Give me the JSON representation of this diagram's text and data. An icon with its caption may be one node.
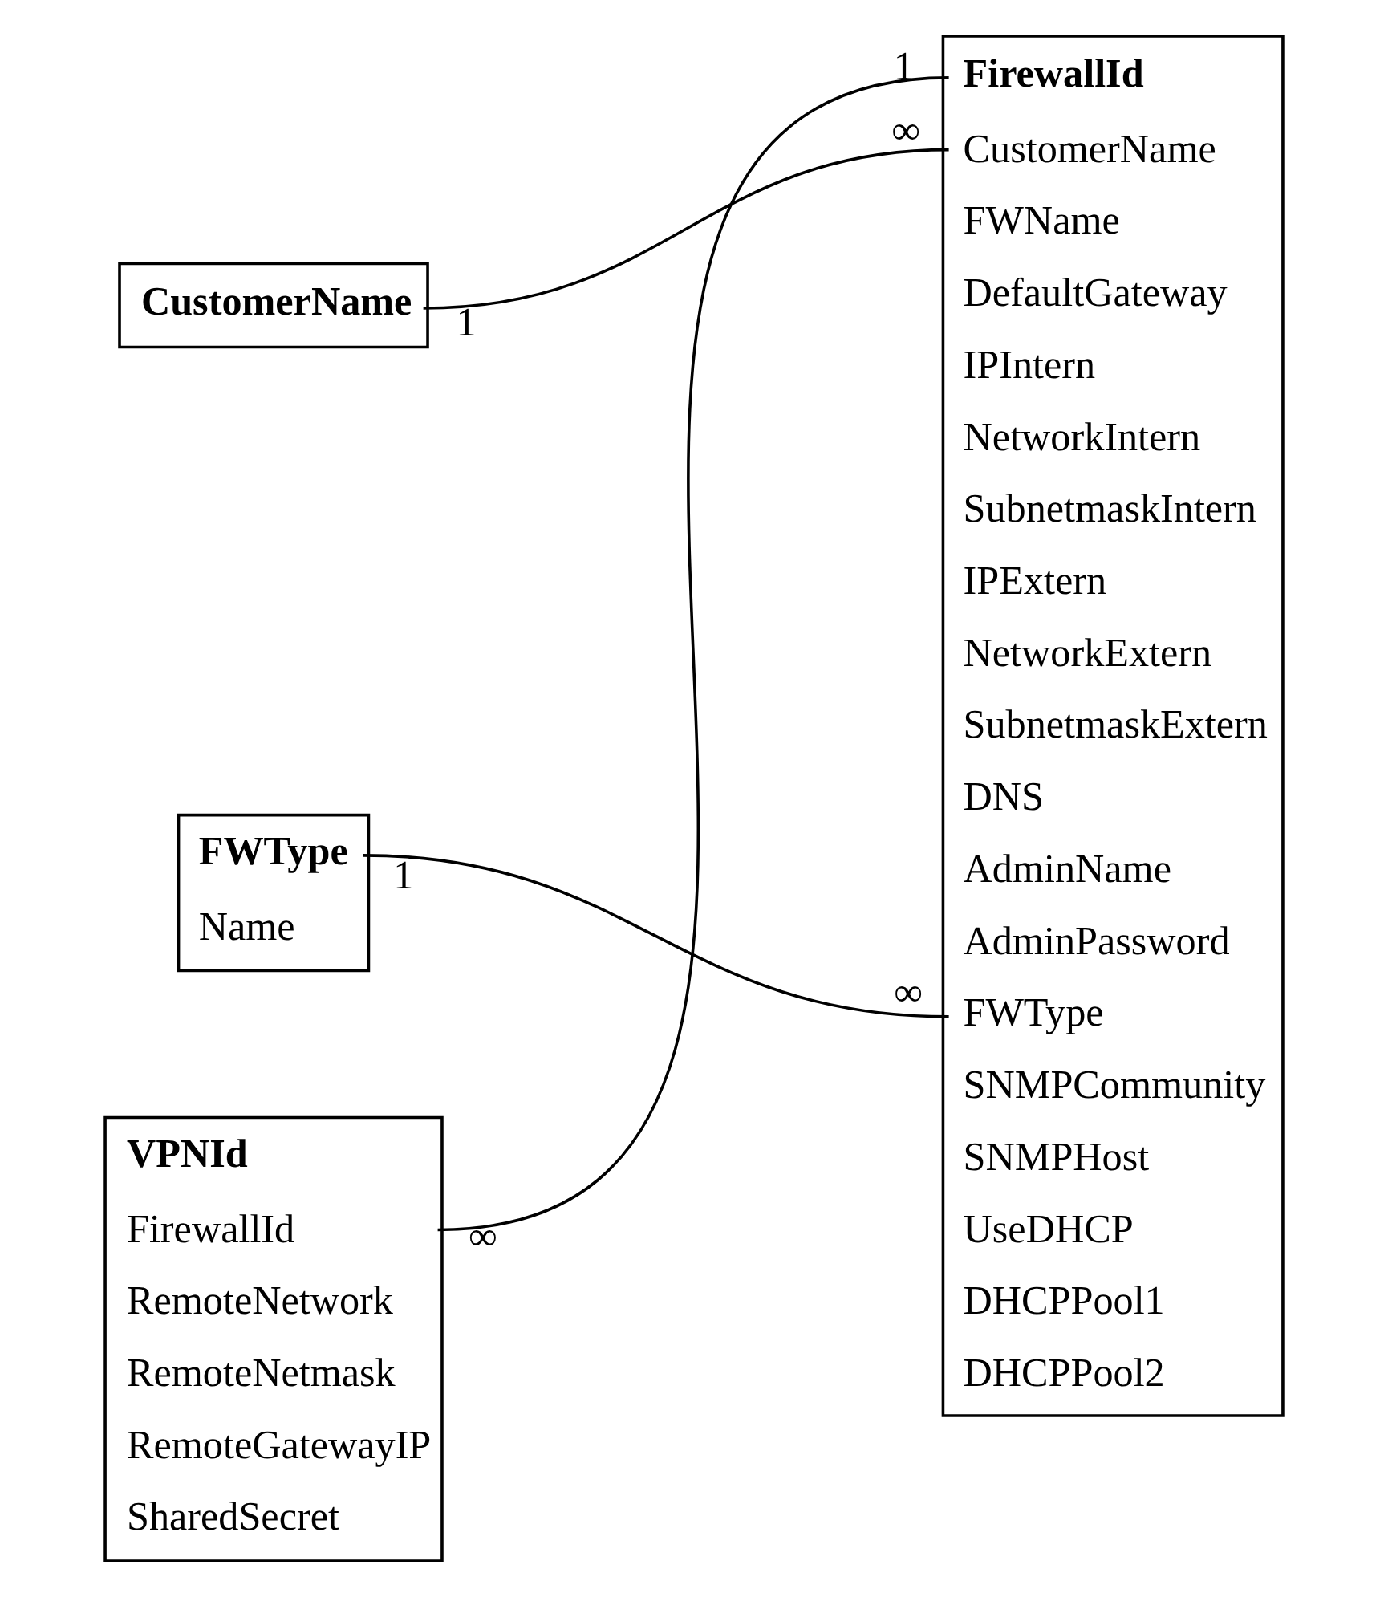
{
  "diagram": {
    "nodes": [
      {
        "text": [
          "CustomerName"
        ]
      },
      {
        "text": [
          "FWType",
          "Name"
        ]
      },
      {
        "text": [
          "VPNId",
          "FirewallId",
          "RemoteNetwork",
          "RemoteNetmask",
          "RemoteGatewayIP",
          "SharedSecret"
        ]
      },
      {
        "text": [
          "FirewallId",
          "CustomerName",
          "FWName",
          "DefaultGateway",
          "IPIntern",
          "NetworkIntern",
          "SubnetmaskIntern",
          "IPExtern",
          "NetworkExtern",
          "SubnetmaskExtern",
          "DNS",
          "AdminName",
          "AdminPassword",
          "FWType",
          "SNMPCommunity",
          "SNMPHost",
          "UseDHCP",
          "DHCPPool1",
          "DHCPPool2"
        ]
      }
    ],
    "edges": [
      {
        "from": 0,
        "to": 3,
        "arrow": "none"
      },
      {
        "from": 3,
        "to": 2,
        "arrow": "none"
      },
      {
        "from": 1,
        "to": 3,
        "arrow": "none"
      }
    ],
    "labels": [
      "1",
      "∞",
      "1",
      "∞",
      "1",
      "∞"
    ]
  }
}
